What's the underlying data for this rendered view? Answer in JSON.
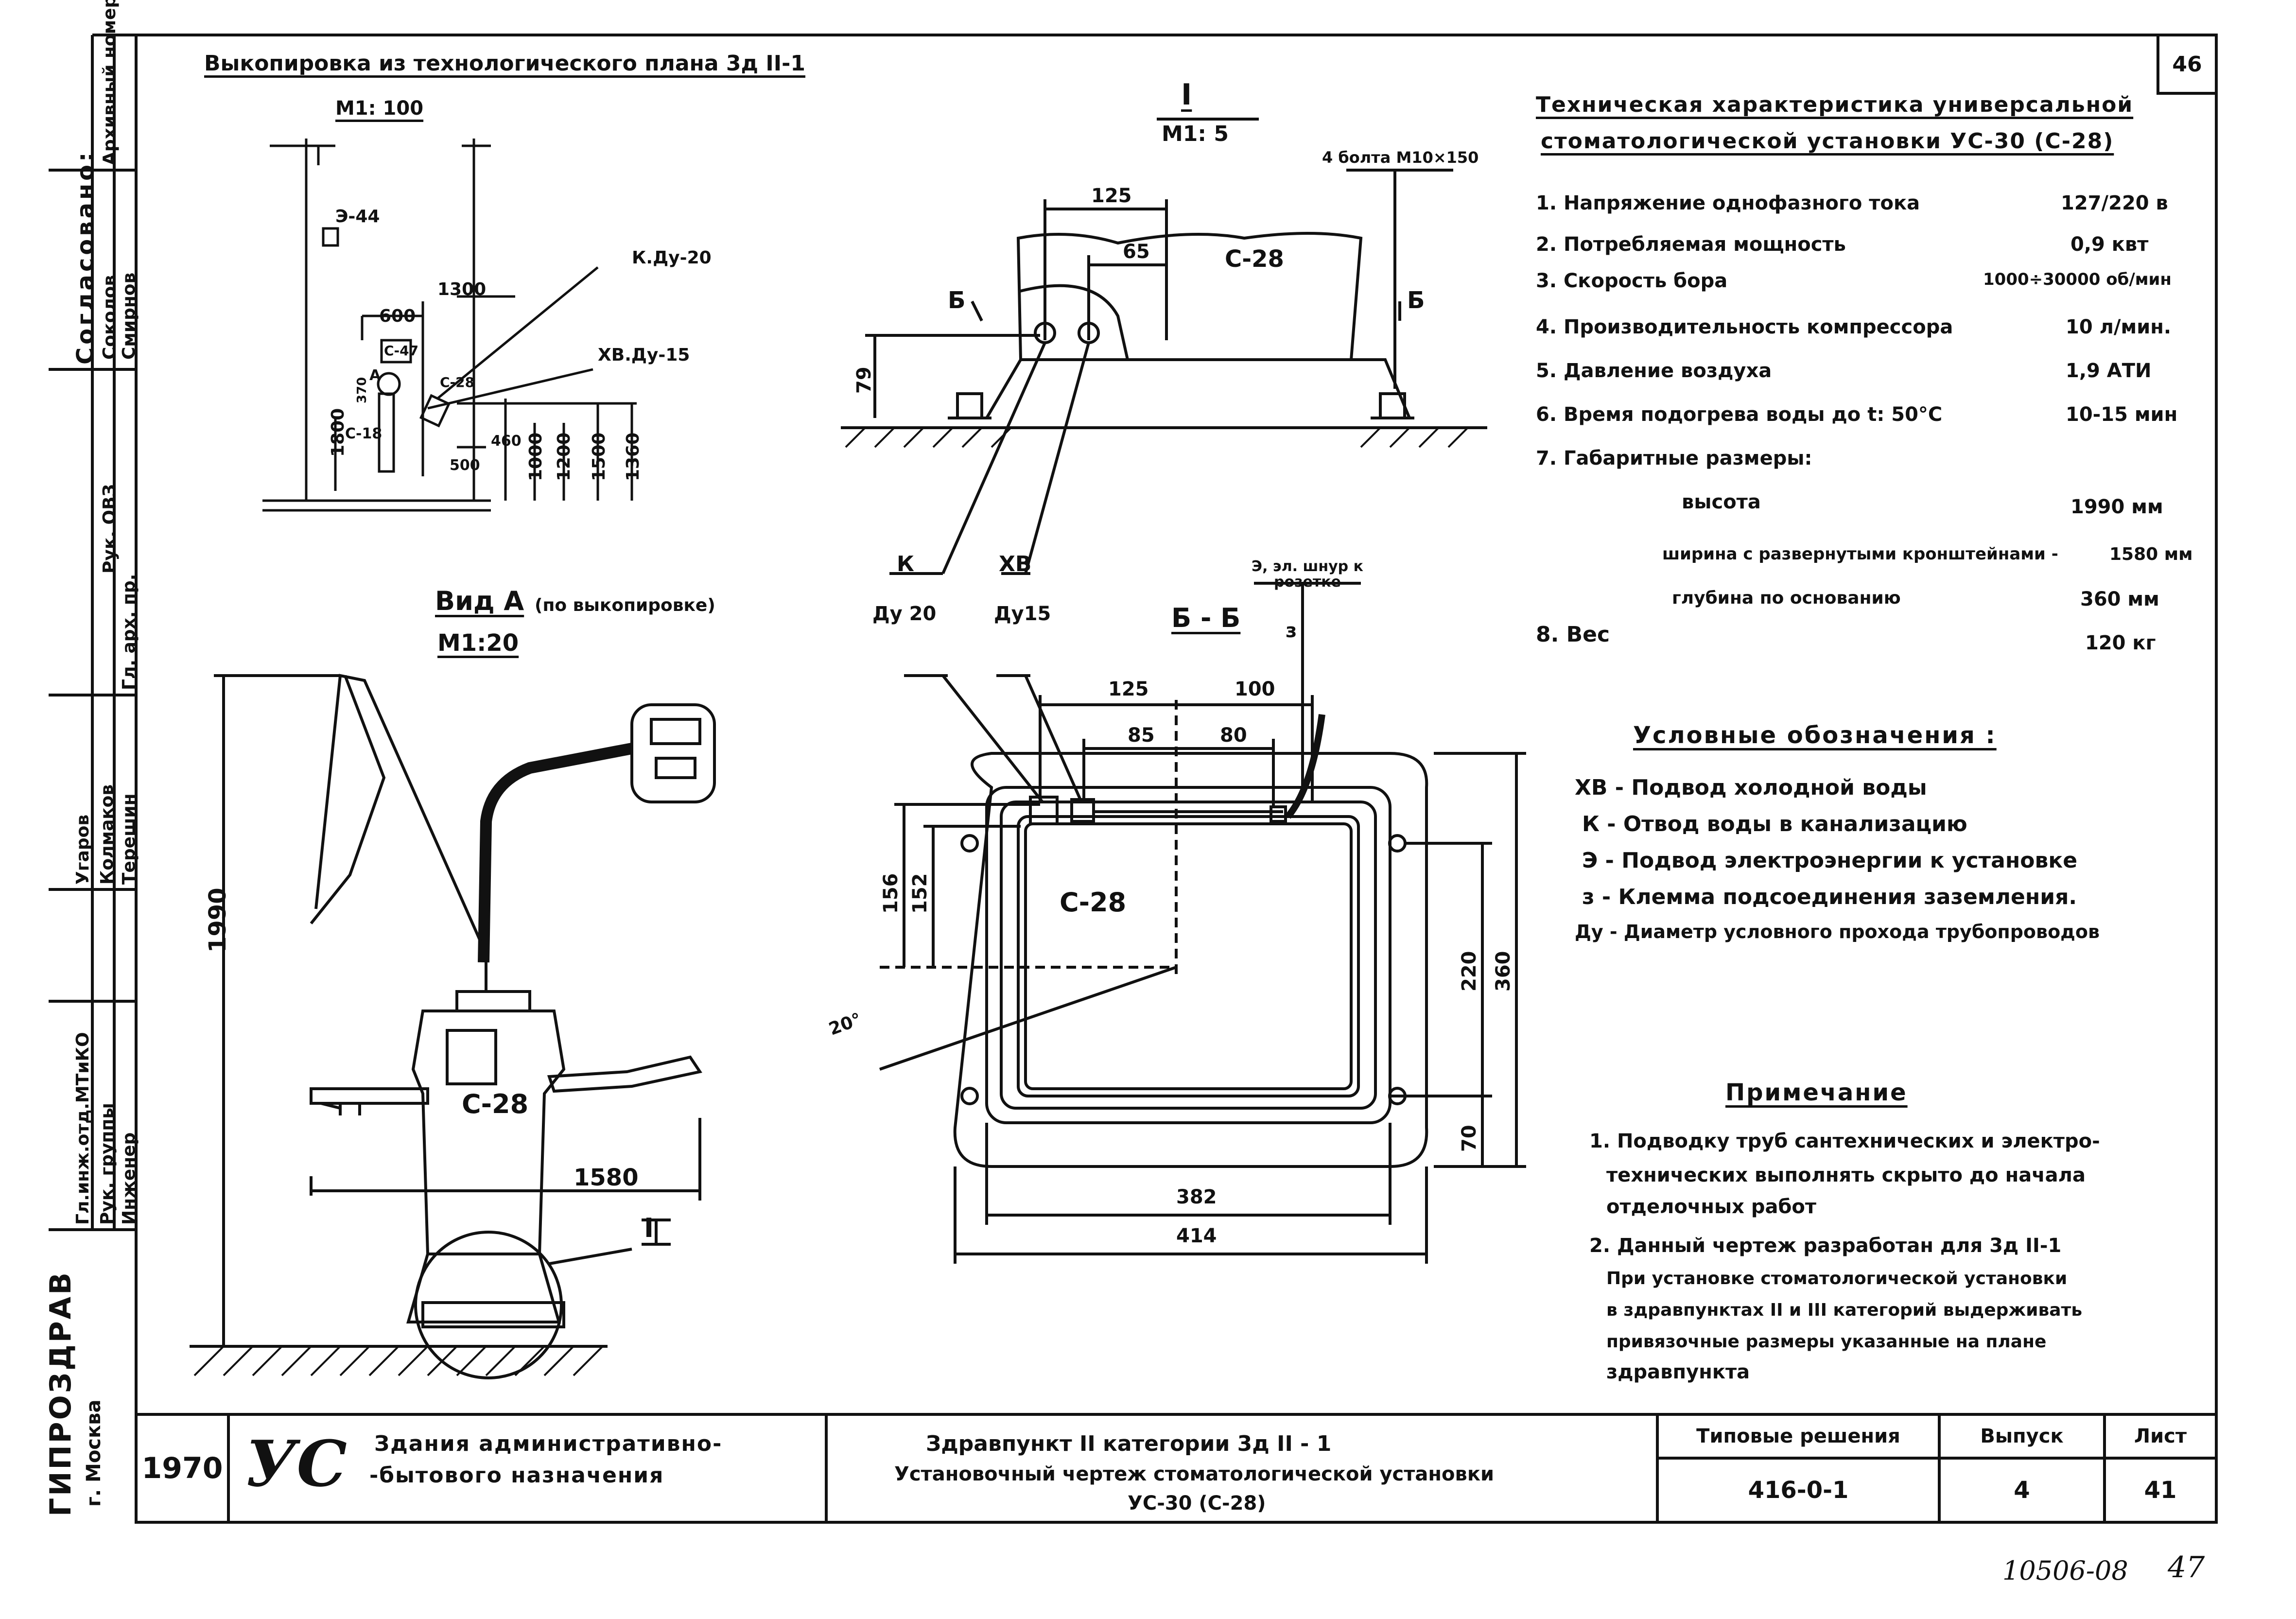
{
  "sheet_badge": "46",
  "stamp_left": {
    "col1": [
      "Архивный номер",
      "Согласовано:",
      "Соколов",
      "Смирнов",
      "Рук. ОВЗ",
      "Гл. арх. пр.",
      "Угаров",
      "Колмаков",
      "Терешин",
      "Гл.инж.отд.МТиКО",
      "Рук. группы",
      "Инженер"
    ],
    "org": "ГИПРОЗДРАВ",
    "city": "г. Москва"
  },
  "plan": {
    "title": "Выкопировка из технологического плана 3д II-1",
    "scale": "М1: 100",
    "labels": [
      "Э-44",
      "К.Ду-20",
      "ХВ.Ду-15",
      "С-47",
      "С-28",
      "С-18",
      "А"
    ],
    "dims": [
      "1300",
      "600",
      "1800",
      "370",
      "460",
      "500",
      "1000",
      "1200",
      "1500",
      "1360"
    ]
  },
  "view_a": {
    "title": "Вид А",
    "note": "(по выкопировке)",
    "scale": "М1:20",
    "dims": [
      "1990",
      "1580"
    ],
    "label": "С-28",
    "callout": "I"
  },
  "detail_1": {
    "title": "I",
    "scale": "М1: 5",
    "bolts": "4 болта М10×150",
    "label": "С-28",
    "section_mark": "Б",
    "dims": [
      "125",
      "65",
      "79"
    ]
  },
  "section_bb": {
    "title": "Б - Б",
    "k_label": "К",
    "k_sub": "Ду 20",
    "xb_label": "ХВ",
    "xb_sub": "Ду15",
    "cord": "Э, эл. шнур к розетке",
    "ground": "з",
    "label": "С-28",
    "dims_top": [
      "125",
      "100",
      "85",
      "80"
    ],
    "dims_left": [
      "156",
      "152"
    ],
    "dims_right": [
      "220",
      "360",
      "70"
    ],
    "dims_bottom": [
      "382",
      "414"
    ],
    "angle": "20°"
  },
  "specs": {
    "title_line1": "Техническая характеристика универсальной",
    "title_line2": "стоматологической установки УС-30 (С-28)",
    "items": [
      {
        "label": "1. Напряжение однофазного тока",
        "value": "127/220 в"
      },
      {
        "label": "2. Потребляемая мощность",
        "value": "0,9 квт"
      },
      {
        "label": "3. Скорость бора",
        "value": "1000÷30000 об/мин"
      },
      {
        "label": "4. Производительность компрессора",
        "value": "10 л/мин."
      },
      {
        "label": "5. Давление воздуха",
        "value": "1,9 АТИ"
      },
      {
        "label": "6. Время подогрева воды до t: 50°С",
        "value": "10-15 мин"
      },
      {
        "label": "7. Габаритные размеры:",
        "value": ""
      }
    ],
    "dims": [
      {
        "label": "высота",
        "value": "1990 мм"
      },
      {
        "label": "ширина с развернутыми кронштейнами -",
        "value": "1580 мм"
      },
      {
        "label": "глубина по основанию",
        "value": "360 мм"
      }
    ],
    "weight_label": "8. Вес",
    "weight_value": "120 кг"
  },
  "legend": {
    "title": "Условные обозначения :",
    "items": [
      "ХВ - Подвод холодной воды",
      "К - Отвод воды в канализацию",
      "Э - Подвод электроэнергии к установке",
      "з - Клемма подсоединения заземления.",
      "Ду - Диаметр условного прохода трубопроводов"
    ]
  },
  "notes": {
    "title": "Примечание",
    "items": [
      "1. Подводку труб сантехнических и электро-",
      "технических выполнять скрыто до начала",
      "отделочных работ",
      "2. Данный чертеж разработан для 3д II-1",
      "При установке стоматологической установки",
      "в здравпунктах II и III категорий выдерживать",
      "привязочные размеры указанные на плане",
      "здравпункта"
    ]
  },
  "title_block": {
    "year": "1970",
    "code": "УС",
    "building_line1": "Здания административно-",
    "building_line2": "-бытового назначения",
    "desc_line1": "Здравпункт II категории 3д II - 1",
    "desc_line2": "Установочный чертеж стоматологической установки",
    "desc_line3": "УС-30 (С-28)",
    "series_label": "Типовые решения",
    "series_value": "416-0-1",
    "issue_label": "Выпуск",
    "issue_value": "4",
    "sheet_label": "Лист",
    "sheet_value": "41"
  },
  "footer": {
    "number": "10506-08",
    "page": "47"
  }
}
